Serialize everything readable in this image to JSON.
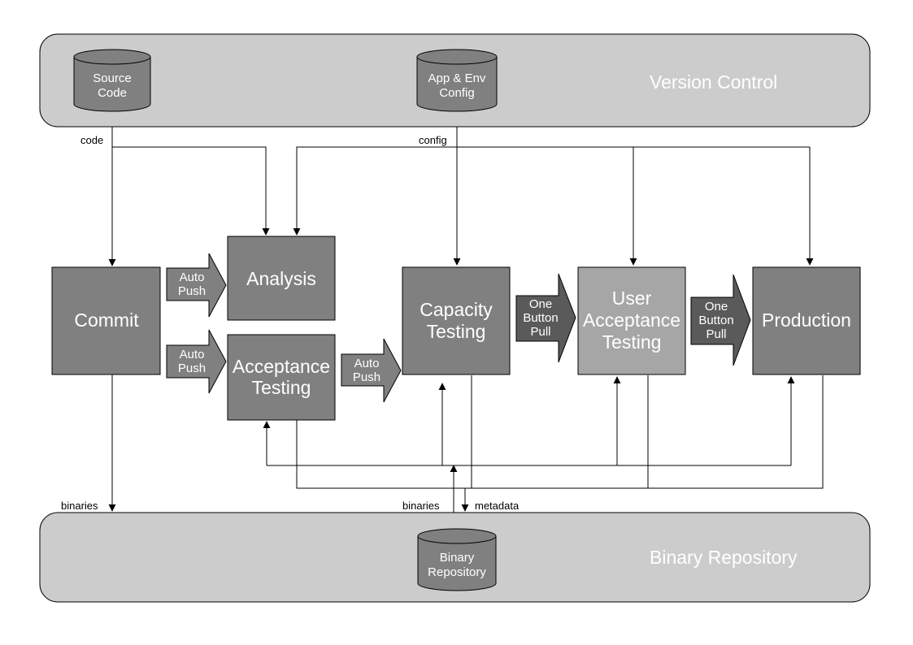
{
  "bands": {
    "version_control": "Version Control",
    "binary_repository": "Binary Repository"
  },
  "stores": {
    "source_code": [
      "Source",
      "Code"
    ],
    "app_env_config": [
      "App & Env",
      "Config"
    ],
    "binary_repository": [
      "Binary",
      "Repository"
    ]
  },
  "stages": {
    "commit": [
      "Commit"
    ],
    "analysis": [
      "Analysis"
    ],
    "acceptance": [
      "Acceptance",
      "Testing"
    ],
    "capacity": [
      "Capacity",
      "Testing"
    ],
    "uat": [
      "User",
      "Acceptance",
      "Testing"
    ],
    "production": [
      "Production"
    ]
  },
  "transitions": {
    "auto_push_analysis": [
      "Auto",
      "Push"
    ],
    "auto_push_acceptance": [
      "Auto",
      "Push"
    ],
    "auto_push_capacity": [
      "Auto",
      "Push"
    ],
    "one_button_pull_uat": [
      "One",
      "Button",
      "Pull"
    ],
    "one_button_pull_prod": [
      "One",
      "Button",
      "Pull"
    ]
  },
  "flows": {
    "code": "code",
    "config": "config",
    "binaries_commit": "binaries",
    "binaries_repo": "binaries",
    "metadata": "metadata"
  },
  "colors": {
    "band": "#cccccc",
    "stage_dark": "#808080",
    "stage_light": "#a6a6a6",
    "pull_arrow": "#5a5a5a"
  }
}
